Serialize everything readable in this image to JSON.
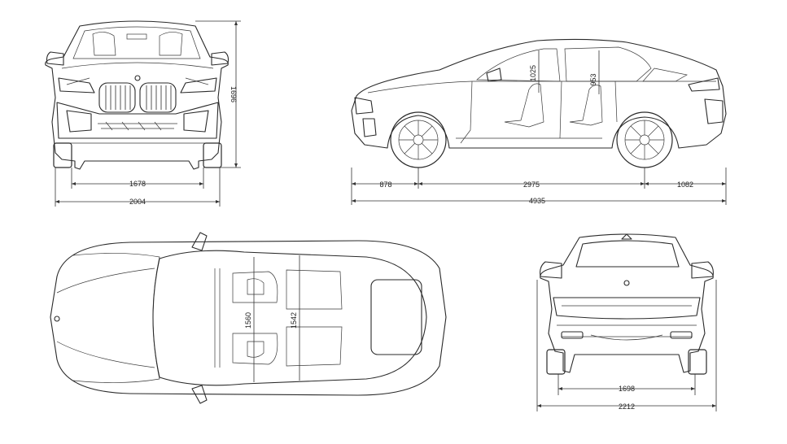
{
  "dimensions": {
    "front_track": "1678",
    "front_width": "2004",
    "height": "1696",
    "front_overhang": "878",
    "wheelbase": "2975",
    "rear_overhang": "1082",
    "length": "4935",
    "front_headroom": "1025",
    "rear_headroom": "953",
    "front_shoulder_width": "1560",
    "rear_shoulder_width": "1542",
    "rear_track": "1698",
    "width_with_mirrors": "2212"
  }
}
